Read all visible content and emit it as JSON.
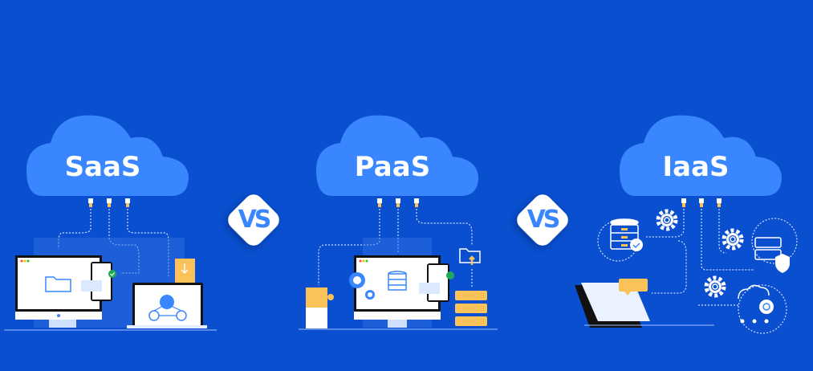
{
  "clouds": [
    {
      "label": "SaaS"
    },
    {
      "label": "PaaS"
    },
    {
      "label": "IaaS"
    }
  ],
  "versus": [
    {
      "label": "VS"
    },
    {
      "label": "VS"
    }
  ],
  "colors": {
    "background": "#0a4fd0",
    "cloud": "#3a86ff",
    "accent_yellow": "#fbc25a",
    "white": "#ffffff",
    "check_green": "#1faa59"
  }
}
